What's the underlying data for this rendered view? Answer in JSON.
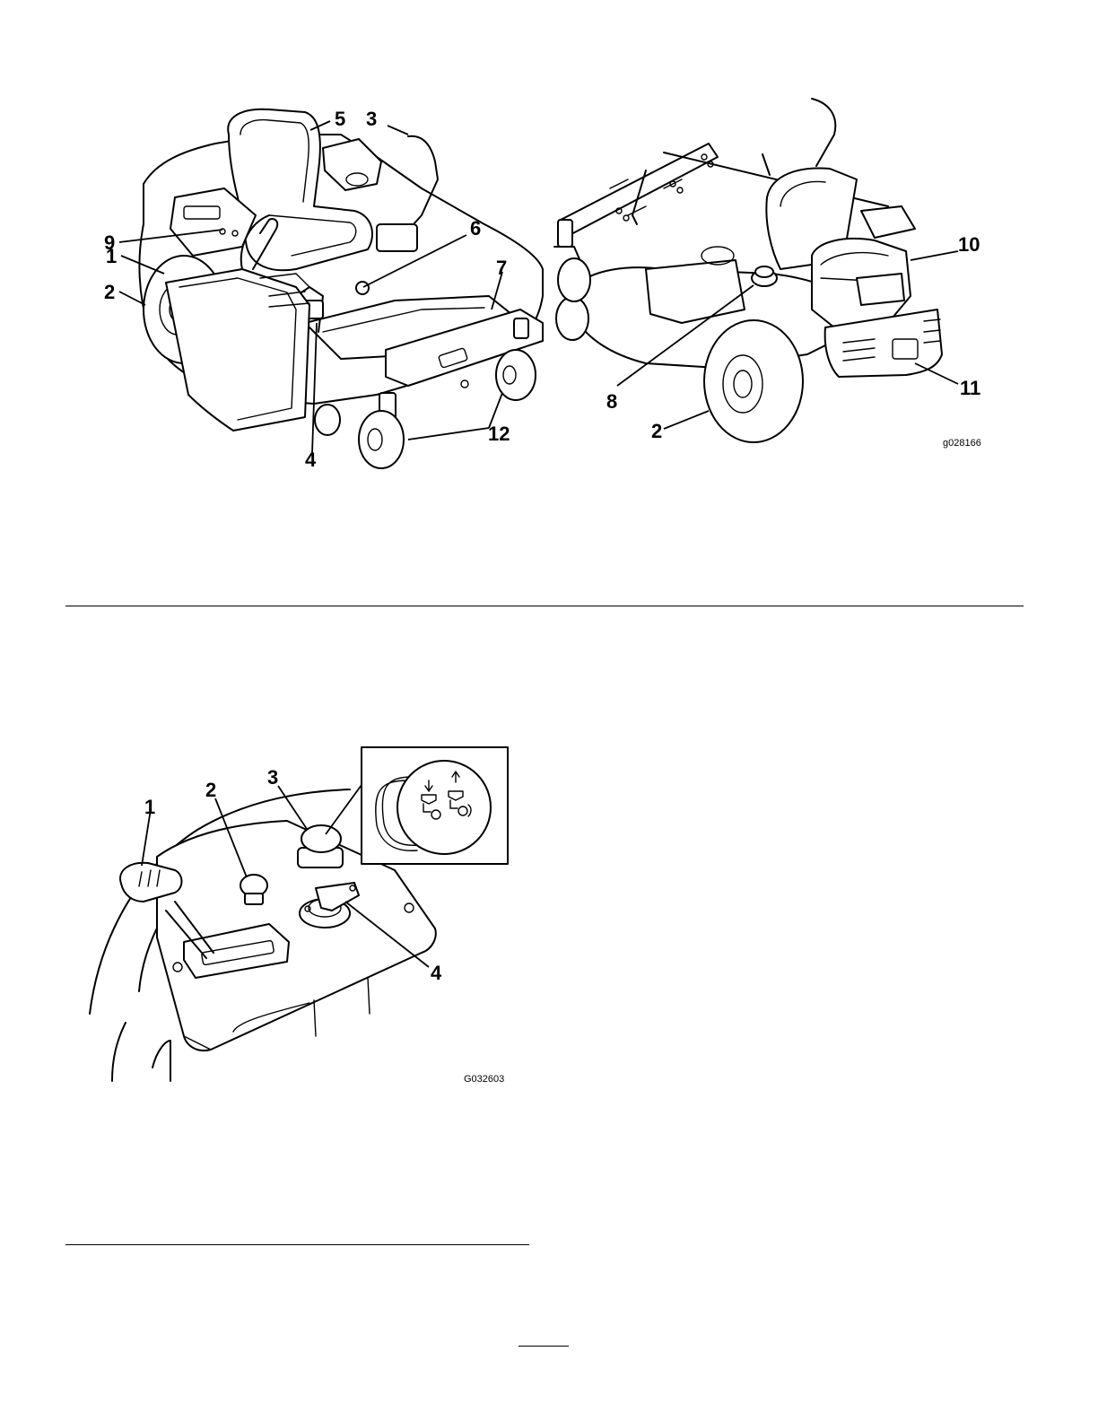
{
  "figure1": {
    "code": "g028166",
    "callouts": [
      "1",
      "2",
      "3",
      "4",
      "5",
      "6",
      "7",
      "8",
      "9",
      "10",
      "11",
      "12"
    ]
  },
  "figure2": {
    "code": "G032603",
    "callouts": [
      "1",
      "2",
      "3",
      "4"
    ]
  }
}
